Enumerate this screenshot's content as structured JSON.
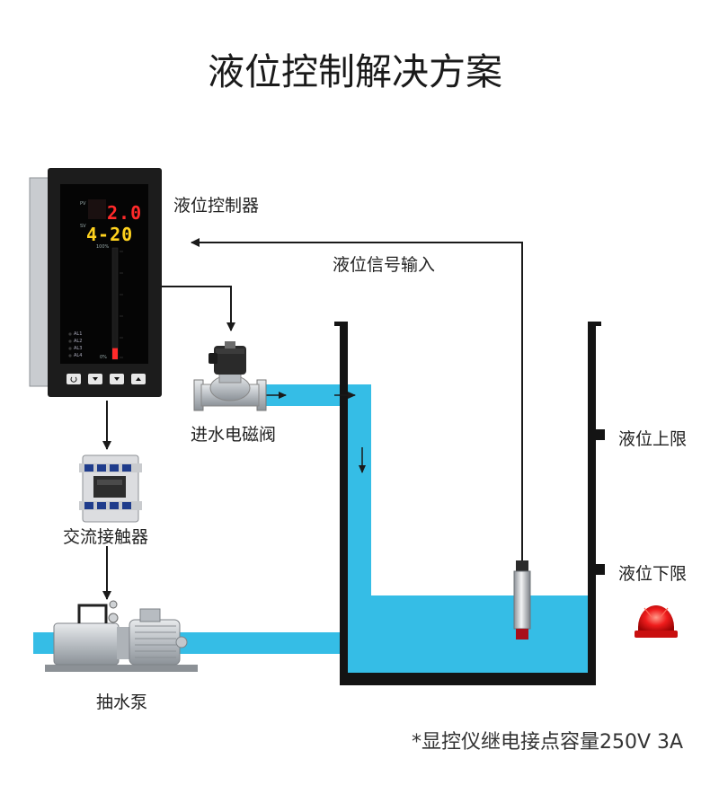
{
  "title": "液位控制解决方案",
  "labels": {
    "controller": "液位控制器",
    "signal_input": "液位信号输入",
    "inlet_valve": "进水电磁阀",
    "contactor": "交流接触器",
    "pump": "抽水泵",
    "upper_limit": "液位上限",
    "lower_limit": "液位下限"
  },
  "note": "*显控仪继电接点容量250V 3A",
  "controller_display": {
    "pv_tag": "PV",
    "sv_tag": "SV",
    "pv_value": "2.0",
    "sv_value": "4-20",
    "scale_top": "100%",
    "scale_bottom": "0%",
    "alarms": [
      "AL1",
      "AL2",
      "AL3",
      "AL4"
    ],
    "bar_level": 0.1
  },
  "colors": {
    "water": "#35bde6",
    "arrow": "#1a1a1a",
    "tank_wall": "#141414",
    "controller_body": "#1c1c1c",
    "pv_digits": "#ff2a2a",
    "sv_digits": "#ffd21e",
    "alarm_light": "#e01010"
  },
  "icons": [
    "inlet-valve-icon",
    "contactor-icon",
    "pump-icon",
    "level-sensor-icon",
    "alarm-light-icon"
  ]
}
